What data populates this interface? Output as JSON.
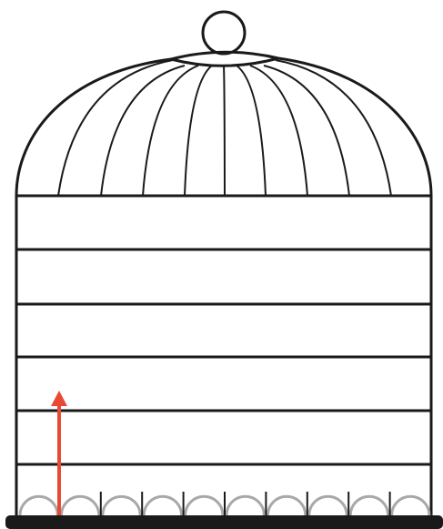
{
  "illustration": {
    "subject": "birdcage",
    "colors": {
      "outline": "#1a1a1a",
      "base": "#1a1a1a",
      "balls": "#a8a8a8",
      "arrow": "#e84a35",
      "background": "#ffffff"
    },
    "dome_bar_count": 9,
    "horizontal_band_count": 6,
    "ball_count": 10,
    "arrow_direction": "up"
  }
}
